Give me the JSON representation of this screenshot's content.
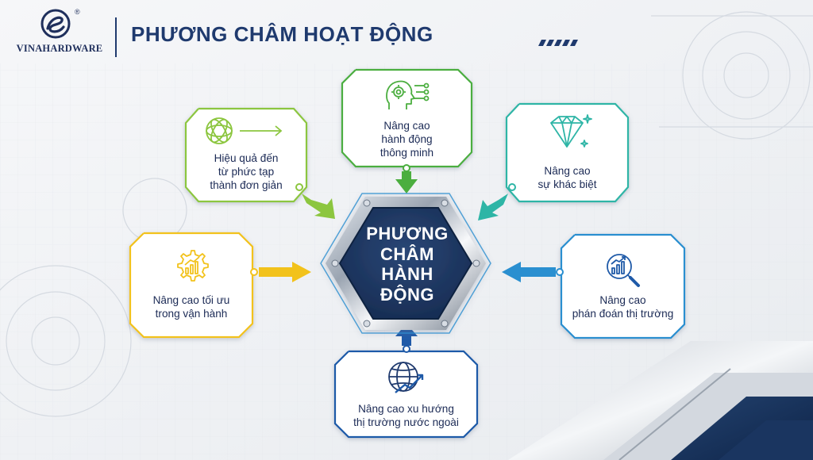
{
  "header": {
    "brand": "VINAHARDWARE",
    "registered_mark": "®",
    "title": "PHƯƠNG CHÂM HOẠT ĐỘNG"
  },
  "center": {
    "lines": [
      "PHƯƠNG",
      "CHÂM",
      "HÀNH",
      "ĐỘNG"
    ]
  },
  "cards": [
    {
      "id": "simplicity",
      "icon": "atom-arrow-icon",
      "color": "#8cc63f",
      "lines": [
        "Hiệu quả đến",
        "từ phức tạp",
        "thành đơn giản"
      ]
    },
    {
      "id": "smart-action",
      "icon": "ai-head-gear-icon",
      "color": "#4bae3f",
      "lines": [
        "Nâng cao",
        "hành động",
        "thông minh"
      ]
    },
    {
      "id": "distinction",
      "icon": "diamond-icon",
      "color": "#2eb5a6",
      "lines": [
        "Nâng cao",
        "sự khác biệt"
      ]
    },
    {
      "id": "operations",
      "icon": "gear-chart-icon",
      "color": "#f2c21b",
      "lines": [
        "Nâng cao tối ưu",
        "trong vận hành"
      ]
    },
    {
      "id": "market-forecast",
      "icon": "magnifier-chart-icon",
      "color": "#2a8fd0",
      "lines": [
        "Nâng cao",
        "phán đoán thị trường"
      ]
    },
    {
      "id": "foreign-market",
      "icon": "globe-trend-icon",
      "color": "#1f5aa8",
      "lines": [
        "Nâng cao xu hướng",
        "thị trường nước ngoài"
      ]
    }
  ],
  "colors": {
    "navy": "#1f3a6e",
    "hex_fill": "#1e3560",
    "text": "#1b2a55"
  }
}
